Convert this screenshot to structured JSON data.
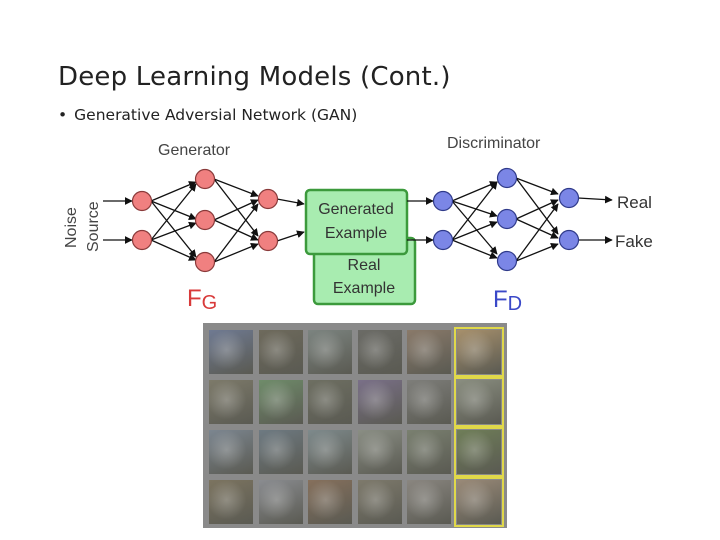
{
  "slide": {
    "title": "Deep Learning Models (Cont.)",
    "bullet": "Generative Adversial Network (GAN)"
  },
  "diagram": {
    "generator_label": "Generator",
    "discriminator_label": "Discriminator",
    "noise_source_label_line1": "Noise",
    "noise_source_label_line2": "Source",
    "generated_box_line1": "Generated",
    "generated_box_line2": "Example",
    "real_box_line1": "Real",
    "real_box_line2": "Example",
    "fg_main": "F",
    "fg_sub": "G",
    "fd_main": "F",
    "fd_sub": "D",
    "output_real": "Real",
    "output_fake": "Fake",
    "colors": {
      "generator_node": "#f08080",
      "discriminator_node": "#7b86e6",
      "box_fill": "#a8ecb0",
      "box_border": "#3c9a3c"
    }
  },
  "gallery": {
    "rows": [
      [
        "#6f7a92",
        "#6e6a5c",
        "#7c8480",
        "#6b6b66",
        "#8a7a6a",
        "#a7906c"
      ],
      [
        "#7d7a6a",
        "#6f8c6a",
        "#6e6f62",
        "#7a7088",
        "#7e7e7a",
        "#8a8e80"
      ],
      [
        "#7c8690",
        "#6e7a82",
        "#7e8a8c",
        "#8a8e84",
        "#7a8070",
        "#6f7e58"
      ],
      [
        "#7c7460",
        "#8a8c90",
        "#86705c",
        "#7e7a6c",
        "#8a8680",
        "#9a8a78"
      ]
    ]
  }
}
